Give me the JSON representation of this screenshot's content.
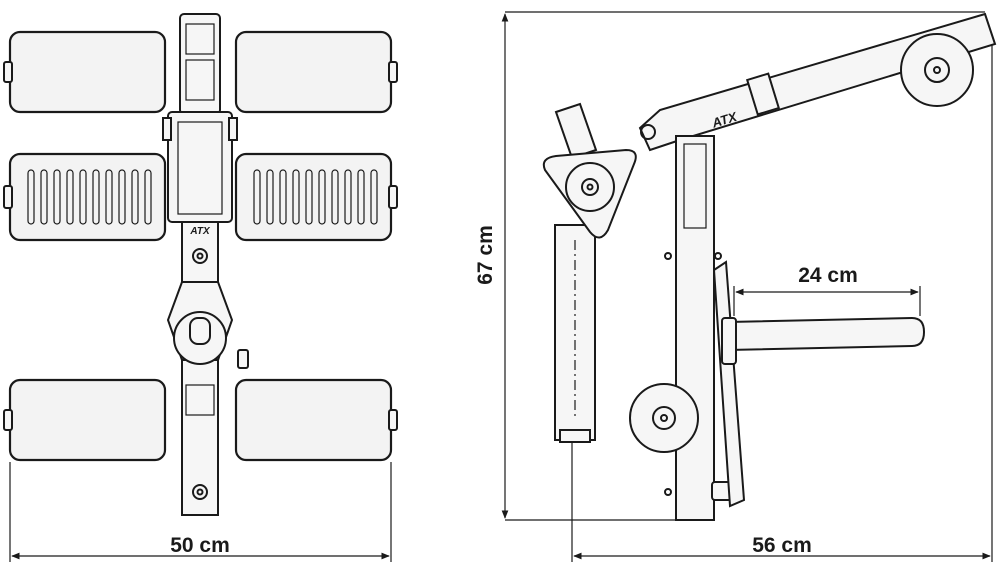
{
  "brand": {
    "logo_text": "ATX"
  },
  "dimensions": {
    "top_view_width": "50 cm",
    "side_view_height": "67 cm",
    "side_view_depth": "56 cm",
    "handle_length": "24 cm"
  },
  "colors": {
    "line": "#1a1a1a",
    "pad_fill": "#f3f3f3",
    "background": "#ffffff"
  }
}
